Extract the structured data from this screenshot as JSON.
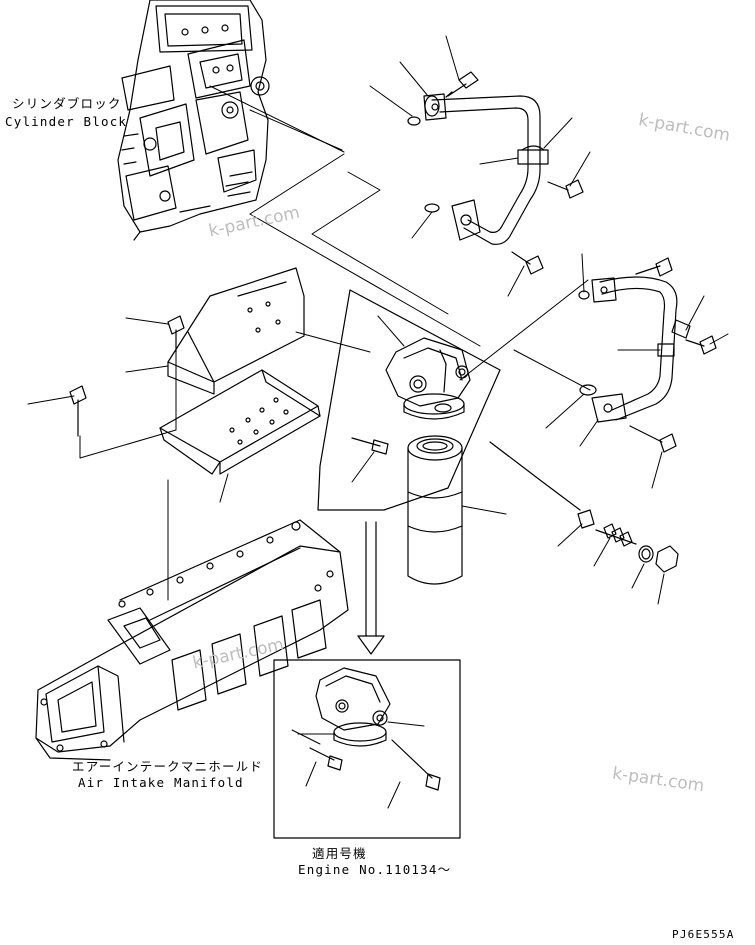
{
  "labels": {
    "cylinder_block_ja": "シリンダブロック",
    "cylinder_block_en": "Cylinder Block",
    "manifold_ja": "エアーインテークマニホールド",
    "manifold_en": "Air Intake Manifold",
    "applicable_ja": "適用号機",
    "engine_no": "Engine No.110134〜",
    "drawing_code": "PJ6E555A"
  },
  "watermarks": [
    "k-part.com",
    "k-part.com",
    "k-part.com",
    "k-part.com"
  ],
  "colors": {
    "line": "#000000",
    "watermark": "#bdbdbd",
    "background": "#ffffff"
  }
}
